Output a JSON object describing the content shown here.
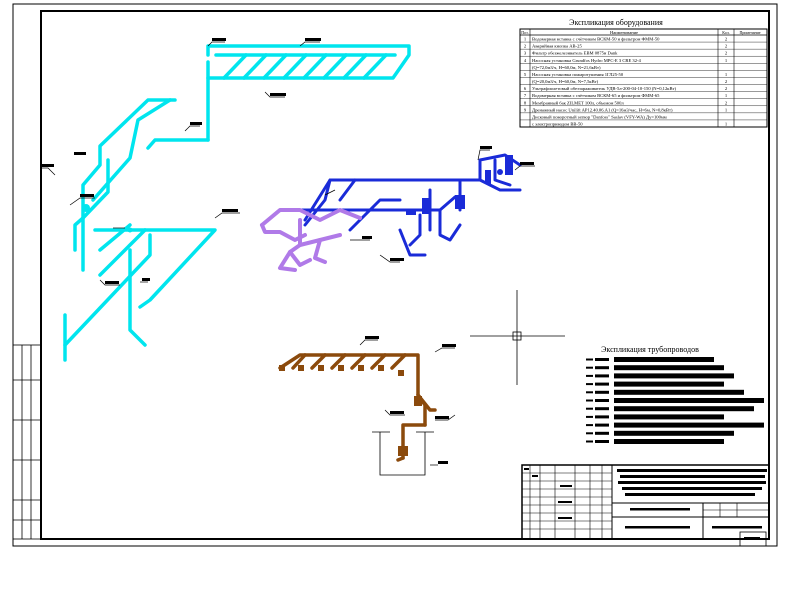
{
  "equipment_table": {
    "title": "Экспликация оборудования",
    "headers": [
      "Поз.",
      "Наименование",
      "Кол.",
      "Примечание"
    ],
    "rows": [
      {
        "pos": "1",
        "name": "Водомерная вставка с счётчиком ВСКМ-50 и фильтром ФММ-50",
        "qty": "2",
        "note": ""
      },
      {
        "pos": "2",
        "name": "Аварийная кнопка АВ-25",
        "qty": "2",
        "note": ""
      },
      {
        "pos": "3",
        "name": "Фильтр обезжелезиватель ЕВМ 0875н Dank",
        "qty": "2",
        "note": ""
      },
      {
        "pos": "4",
        "name": "Насосная установка Grundfos Hydro MPC-E 3 CRE 32-4",
        "qty": "1",
        "note": ""
      },
      {
        "pos": "",
        "name": "(Q=72,0м3/ч, Н=60,0м, N=21,6кВт)",
        "qty": "",
        "note": ""
      },
      {
        "pos": "5",
        "name": "Насосная установка пожаротушения 1ГЛ25-50",
        "qty": "1",
        "note": ""
      },
      {
        "pos": "",
        "name": "(Q=20,0м3/ч, Н=60,0м, N=7,5кВт)",
        "qty": "2",
        "note": ""
      },
      {
        "pos": "6",
        "name": "Ультрафиолетовый обеззараживатель УДВ-5л-200-04-10-150  (N=0,12кВт)",
        "qty": "2",
        "note": ""
      },
      {
        "pos": "7",
        "name": "Водомерная вставка с счётчиком ВСКМ-65 и фильтром ФММ-65",
        "qty": "1",
        "note": ""
      },
      {
        "pos": "8",
        "name": "Мембранный бак ZILMET 100л, объемом 500л",
        "qty": "2",
        "note": ""
      },
      {
        "pos": "9",
        "name": "Дренажный насос Unilift AP12.40.06.A1  (Q=16м3/час, H=6м, N=0,8кВт)",
        "qty": "1",
        "note": ""
      },
      {
        "pos": "",
        "name": "Дисковый поворотный затвор \"Danfoss\" Saslav (VFY-WA) Ду=100мм",
        "qty": "",
        "note": ""
      },
      {
        "pos": "",
        "name": "с электроприводом ВВ-50",
        "qty": "1",
        "note": ""
      }
    ]
  },
  "pipeline_table": {
    "title": "Экспликация трубопроводов"
  },
  "colors": {
    "cyan": "#00e5ee",
    "blue": "#1a2bd8",
    "violet": "#b07ae8",
    "brown": "#8b4a0c",
    "black": "#000000"
  }
}
